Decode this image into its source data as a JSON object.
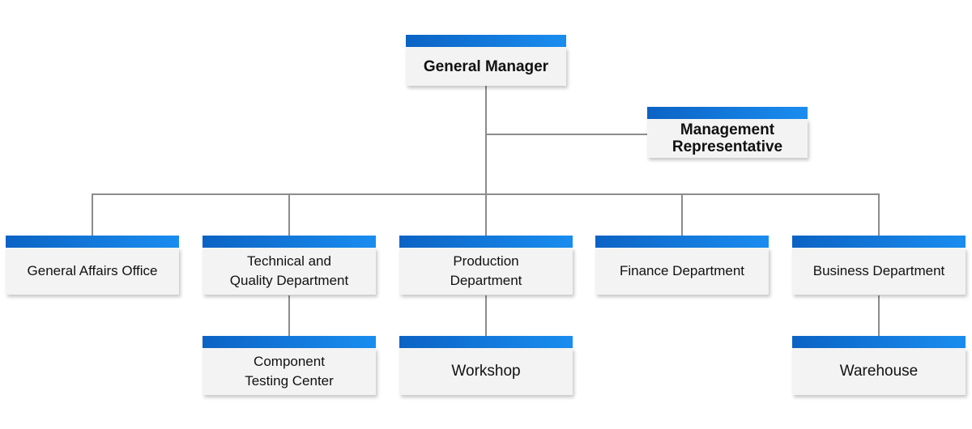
{
  "chart": {
    "top": {
      "label": "General Manager"
    },
    "assistant": {
      "label": "Management\nRepresentative"
    },
    "departments": [
      {
        "label": "General Affairs Office"
      },
      {
        "label": "Technical and\nQuality Department"
      },
      {
        "label": "Production\nDepartment"
      },
      {
        "label": "Finance Department"
      },
      {
        "label": "Business Department"
      }
    ],
    "sub_units": [
      {
        "label": "Component\nTesting Center"
      },
      {
        "label": "Workshop"
      },
      {
        "label": "Warehouse"
      }
    ]
  }
}
